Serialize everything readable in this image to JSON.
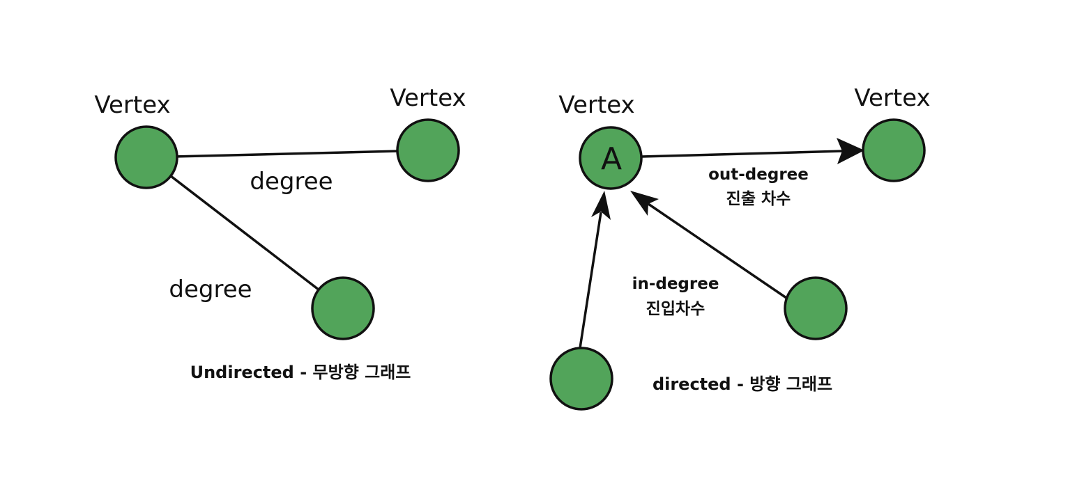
{
  "colors": {
    "node_fill": "#52a45a",
    "stroke": "#111111",
    "background": "#ffffff"
  },
  "undirected": {
    "vertex_label_1": "Vertex",
    "vertex_label_2": "Vertex",
    "edge_label_1": "degree",
    "edge_label_2": "degree",
    "caption": "Undirected - 무방향 그래프"
  },
  "directed": {
    "vertex_label_a": "Vertex",
    "vertex_label_right": "Vertex",
    "node_a_text": "A",
    "out_degree_en": "out-degree",
    "out_degree_ko": "진출 차수",
    "in_degree_en": "in-degree",
    "in_degree_ko": "진입차수",
    "caption": "directed - 방향 그래프"
  }
}
